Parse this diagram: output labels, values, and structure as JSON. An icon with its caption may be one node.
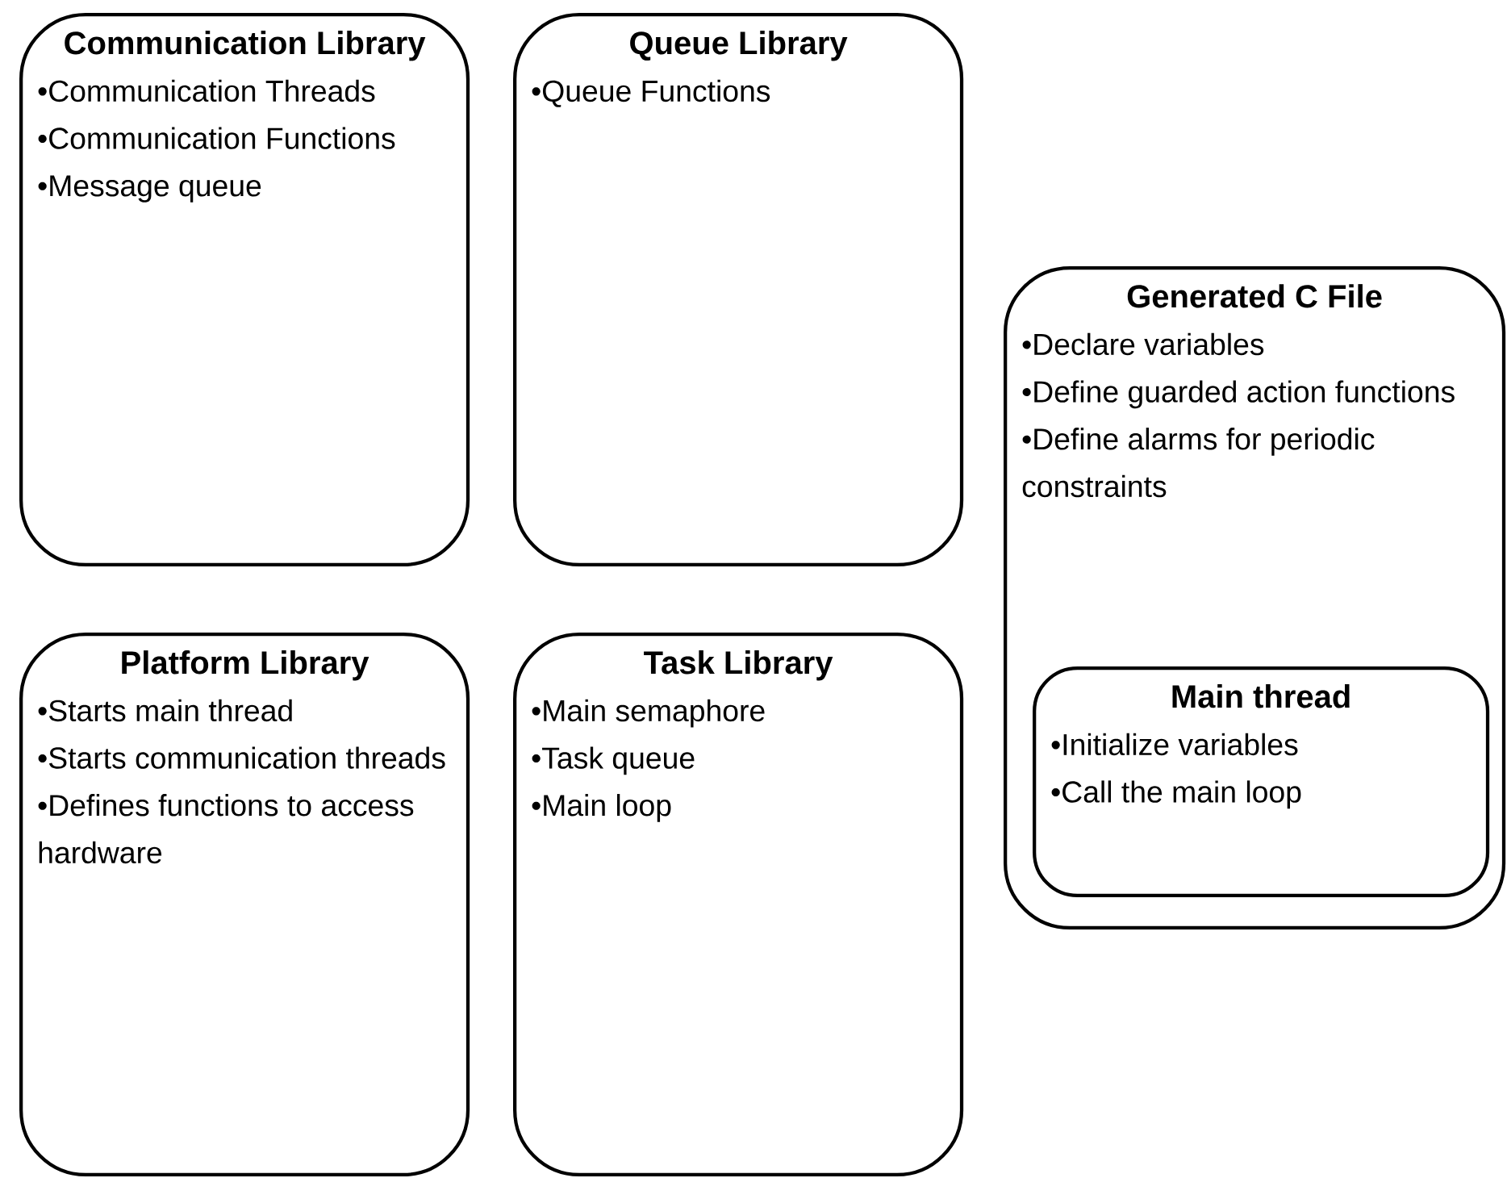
{
  "diagram": {
    "nodes": [
      {
        "text": [
          "Communication Library",
          "•Communication Threads",
          "•Communication Functions",
          "•Message queue"
        ]
      },
      {
        "text": [
          "Queue Library",
          "•Queue Functions"
        ]
      },
      {
        "text": [
          "Platform Library",
          "•Starts main thread",
          "•Starts communication threads",
          "•Defines functions to access hardware"
        ]
      },
      {
        "text": [
          "Task Library",
          "•Main semaphore",
          "•Task queue",
          "•Main loop"
        ]
      },
      {
        "text": [
          "Generated C File",
          "•Declare variables",
          "•Define guarded action functions",
          "•Define alarms for periodic constraints"
        ]
      },
      {
        "text": [
          "Main thread",
          "•Initialize variables",
          "•Call the main loop"
        ],
        "in": 4
      }
    ]
  }
}
